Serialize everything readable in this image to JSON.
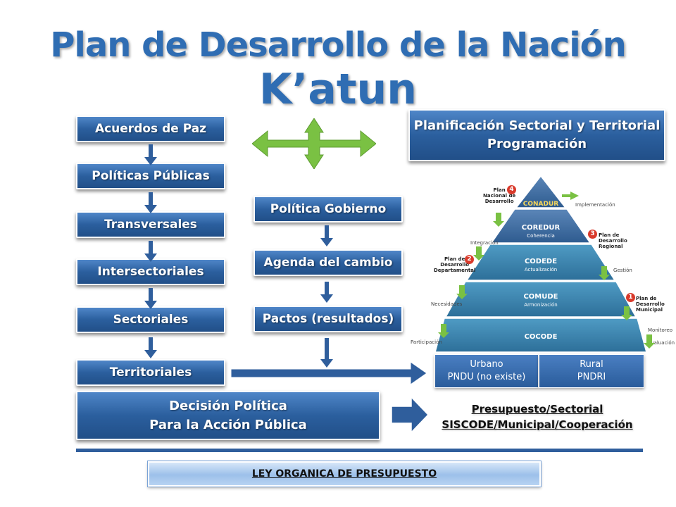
{
  "title": {
    "line1": "Plan de Desarrollo de la Nación",
    "line2": "K’atun"
  },
  "left_column": [
    "Acuerdos de Paz",
    "Políticas Públicas",
    "Transversales",
    "Intersectoriales",
    "Sectoriales",
    "Territoriales"
  ],
  "middle_column": [
    "Política Gobierno",
    "Agenda del cambio",
    "Pactos (resultados)"
  ],
  "planning_box": {
    "line1": "Planificación Sectorial y Territorial",
    "line2": "Programación"
  },
  "pyramid": {
    "levels": [
      {
        "name": "CONADUR",
        "sub": ""
      },
      {
        "name": "COREDUR",
        "sub": "Coherencia"
      },
      {
        "name": "CODEDE",
        "sub": "Actualización"
      },
      {
        "name": "COMUDE",
        "sub": "Armonización"
      },
      {
        "name": "COCODE",
        "sub": ""
      }
    ],
    "plans": [
      {
        "num": "4",
        "line1": "Plan",
        "line2": "Nacional de",
        "line3": "Desarrollo"
      },
      {
        "num": "3",
        "line1": "Plan de",
        "line2": "Desarrollo",
        "line3": "Regional"
      },
      {
        "num": "2",
        "line1": "Plan de",
        "line2": "Desarrollo",
        "line3": "Departamental"
      },
      {
        "num": "1",
        "line1": "Plan de",
        "line2": "Desarrollo",
        "line3": "Municipal"
      }
    ],
    "left_steps": [
      "Integración",
      "Necesidades",
      "Participación"
    ],
    "right_steps": [
      "Implementación",
      "Gestión",
      "Monitoreo",
      "y Evaluación"
    ]
  },
  "base_boxes": [
    {
      "line1": "Urbano",
      "line2": "PNDU (no existe)"
    },
    {
      "line1": "Rural",
      "line2": "PNDRI"
    }
  ],
  "decision_box": {
    "line1": "Decisión  Política",
    "line2": "Para la Acción Pública"
  },
  "budget": {
    "line1": "Presupuesto/Sectorial",
    "line2": "SISCODE/Municipal/Cooperación"
  },
  "law_box": "LEY ORGANICA DE PRESUPUESTO",
  "colors": {
    "title": "#2f6db3",
    "box_blue": "#2b5f9e",
    "arrow_green": "#7ac143",
    "arrow_blue": "#2f5e9c"
  }
}
